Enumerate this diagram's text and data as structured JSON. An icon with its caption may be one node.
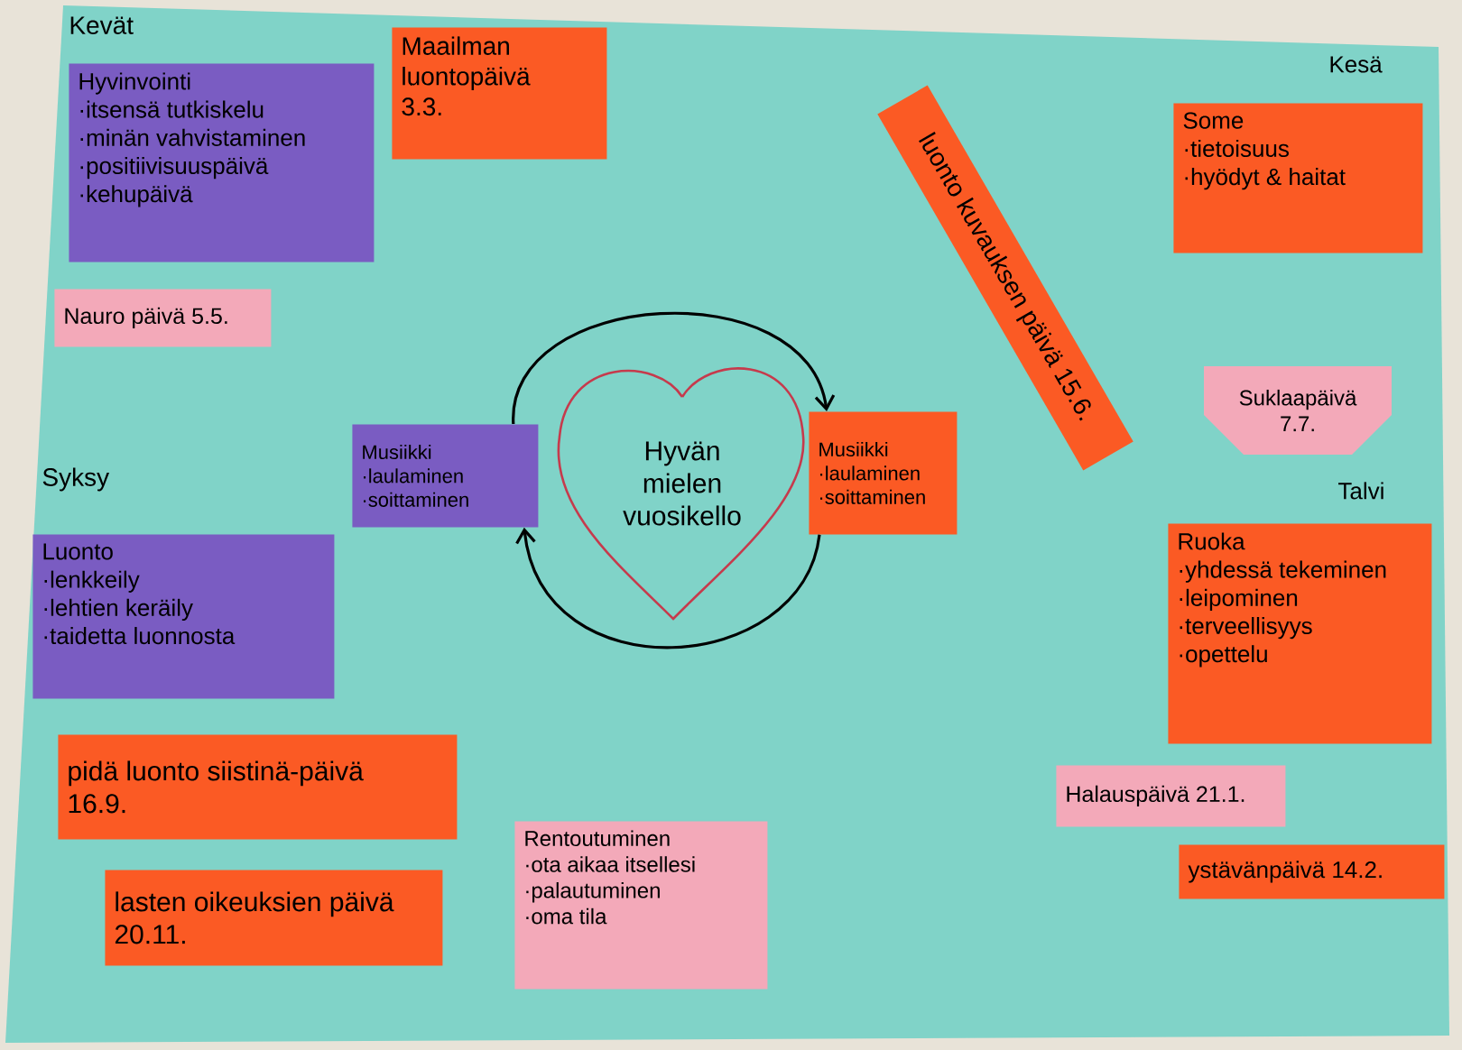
{
  "diagram": {
    "nodes": [
      {
        "text": [
          "Hyvinvointi",
          "·itsensä tutkiskelu",
          "·minän vahvistaminen",
          "·positiivisuuspäivä",
          "·kehupäivä"
        ]
      },
      {
        "text": [
          "Maailman luontopäivä 3.3."
        ]
      },
      {
        "text": [
          "luonto kuvauksen päivä 15.6."
        ]
      },
      {
        "text": [
          "Some",
          "·tietoisuus",
          "·hyödyt & haitat"
        ]
      },
      {
        "text": [
          "Nauro päivä 5.5."
        ]
      },
      {
        "text": [
          "Musiikki",
          "·laulaminen",
          "·soittaminen"
        ]
      },
      {
        "text": [
          "Hyvän mielen vuosikello"
        ]
      },
      {
        "text": [
          "Musiikki",
          "·laulaminen",
          "·soittaminen"
        ]
      },
      {
        "text": [
          "Suklaapäivä 7.7."
        ]
      },
      {
        "text": [
          "Luonto",
          "·lenkkeily",
          "·lehtien keräily",
          "·taidetta luonnosta"
        ]
      },
      {
        "text": [
          "Ruoka",
          "·yhdessä tekeminen",
          "·leipominen",
          "·terveellisyys",
          "·opettelu"
        ]
      },
      {
        "text": [
          "pidä luonto siistinä-päivä 16.9."
        ]
      },
      {
        "text": [
          "Halauspäivä 21.1."
        ]
      },
      {
        "text": [
          "Rentoutuminen",
          "·ota aikaa itsellesi",
          "·palautuminen",
          "·oma tila"
        ]
      },
      {
        "text": [
          "ystävänpäivä 14.2."
        ]
      },
      {
        "text": [
          "lasten oikeuksien päivä 20.11."
        ]
      }
    ],
    "edges": [
      {
        "from": 5,
        "to": 7,
        "arrow": "to"
      },
      {
        "from": 7,
        "to": 5,
        "arrow": "to"
      }
    ],
    "labels": [
      "Kevät",
      "Kesä",
      "Syksy",
      "Talvi"
    ]
  }
}
